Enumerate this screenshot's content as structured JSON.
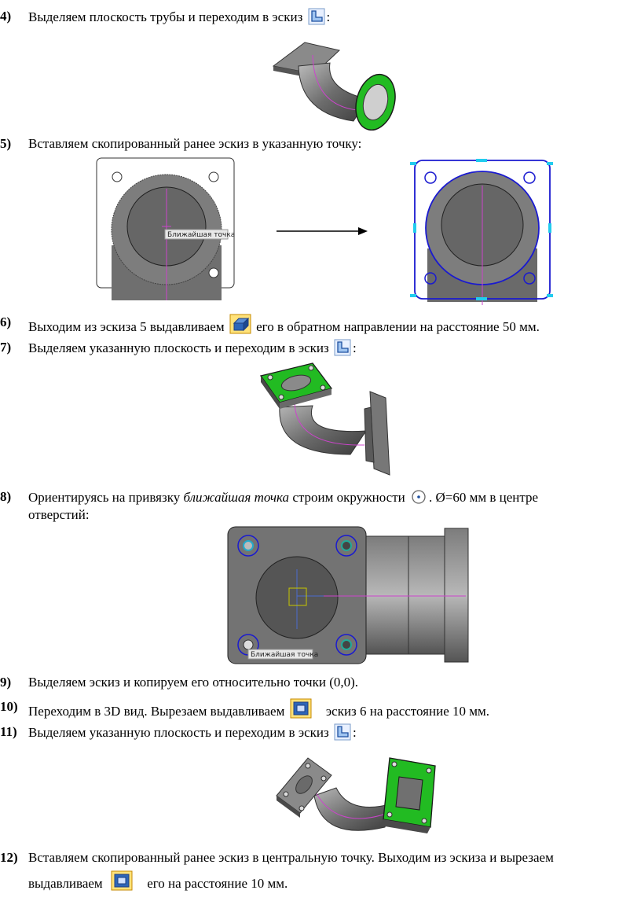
{
  "steps": [
    {
      "num": "4)",
      "pre": "Выделяем плоскость трубы и переходим в эскиз",
      "post": ":",
      "icon": "sketch-icon"
    },
    {
      "num": "5)",
      "pre": "Вставляем скопированный ранее эскиз в указанную точку:",
      "icon": null
    },
    {
      "num": "6)",
      "pre": "Выходим из эскиза 5 выдавливаем",
      "post": "его в обратном направлении  на расстояние 50 мм.",
      "icon": "extrude-icon"
    },
    {
      "num": "7)",
      "pre": "Выделяем указанную плоскость и переходим в эскиз",
      "post": ":",
      "icon": "sketch-icon"
    },
    {
      "num": "8)",
      "pre": "Ориентируясь на привязку",
      "em": "ближайшая точка",
      "mid": " строим окружности",
      "post": ". Ø=60 мм в центре",
      "line2": "отверстий:",
      "icon": "circle-icon"
    },
    {
      "num": "9)",
      "pre": "Выделяем эскиз и копируем его относительно точки (0,0).",
      "icon": null
    },
    {
      "num": "10)",
      "pre": "Переходим в 3D вид. Вырезаем выдавливаем",
      "post": "эскиз 6 на расстояние 10 мм.",
      "icon": "cut-extrude-icon"
    },
    {
      "num": "11)",
      "pre": "Выделяем указанную плоскость и переходим в эскиз",
      "post": ":",
      "icon": "sketch-icon"
    },
    {
      "num": "12)",
      "pre": "Вставляем скопированный ранее эскиз в центральную точку. Выходим из эскиза и вырезаем",
      "line2pre": "выдавливаем",
      "line2post": "его на расстояние 10 мм.",
      "icon": "cut-extrude-icon"
    }
  ],
  "figures": {
    "step5_label": "Ближайшая точка",
    "step8_label": "Ближайшая точка"
  },
  "colors": {
    "selected_face": "#22bb22",
    "sketch_line": "#1a1ad0",
    "axis_line": "#cc44cc",
    "part_gray": "#7a7a7a"
  }
}
